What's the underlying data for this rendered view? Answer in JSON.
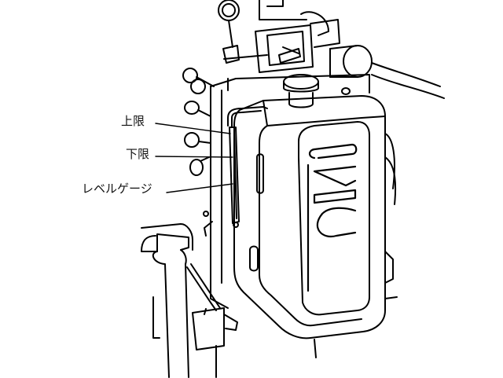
{
  "diagram": {
    "labels": {
      "upper_limit": "上限",
      "lower_limit": "下限",
      "level_gauge": "レベルゲージ"
    },
    "brand_text": "UNIC",
    "icons": {
      "tank": "hydraulic-oil-tank-icon",
      "gauge": "level-gauge-icon",
      "knob": "control-knob-icon",
      "pressure_gauge": "pressure-gauge-icon"
    }
  }
}
